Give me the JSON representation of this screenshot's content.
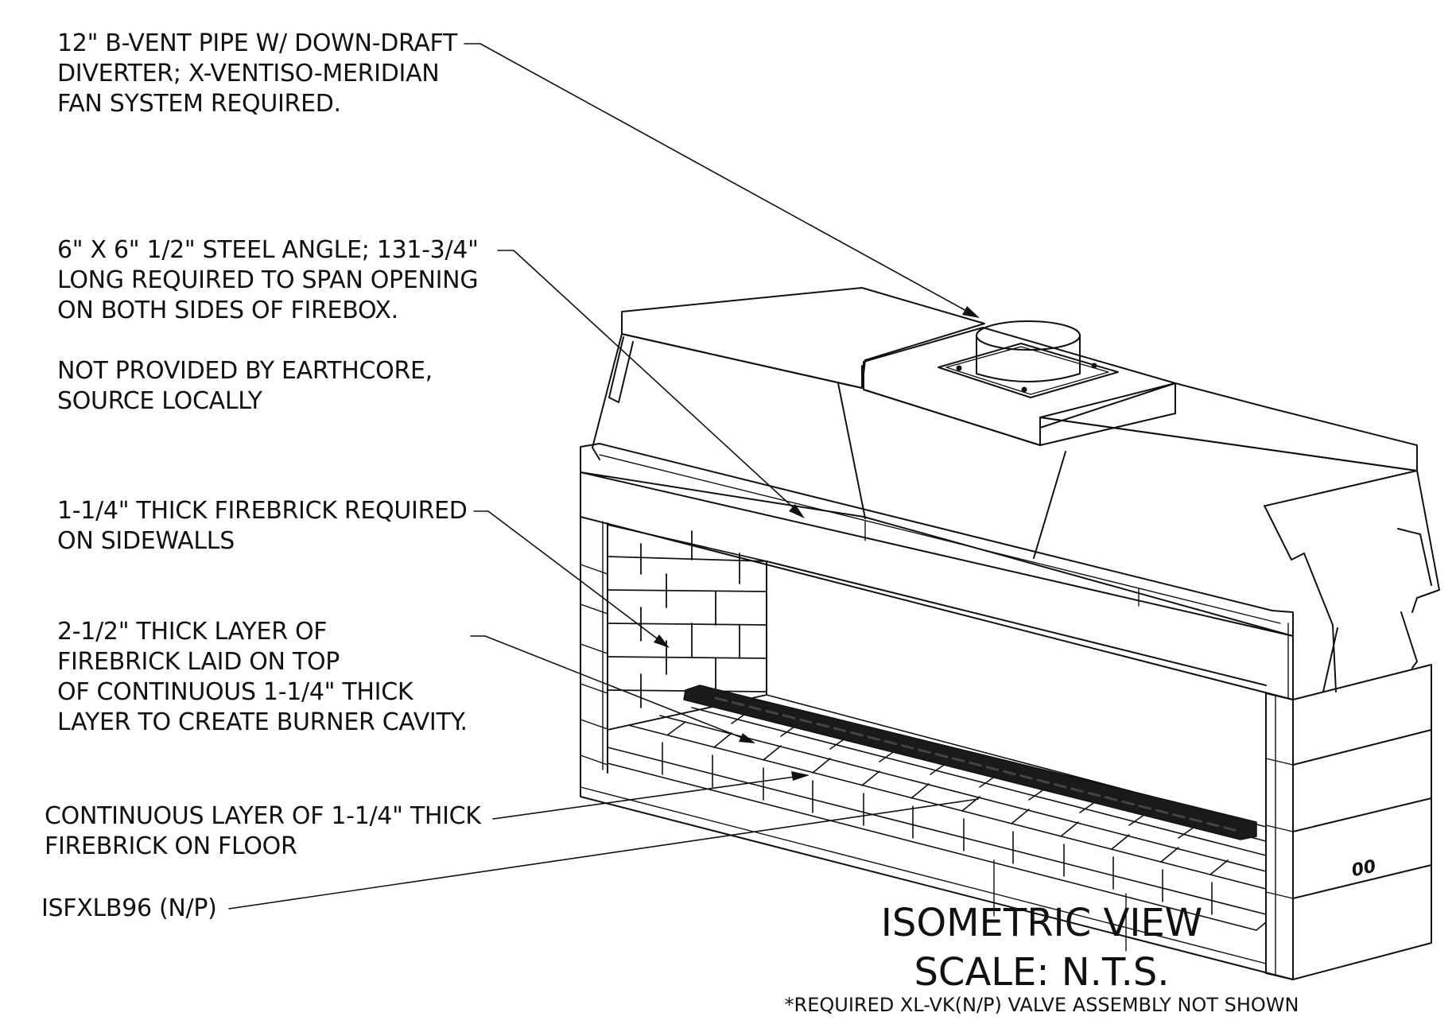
{
  "notes": {
    "vent_pipe": "12\" B-VENT PIPE W/ DOWN-DRAFT\nDIVERTER; X-VENTISO-MERIDIAN\nFAN SYSTEM REQUIRED.",
    "steel_angle": "6\" X 6\" 1/2\" STEEL ANGLE; 131-3/4\"\nLONG REQUIRED TO SPAN OPENING\nON BOTH SIDES OF FIREBOX.",
    "not_provided": "NOT PROVIDED BY EARTHCORE,\nSOURCE LOCALLY",
    "sidewall_firebrick": "1-1/4\" THICK FIREBRICK REQUIRED\nON SIDEWALLS",
    "burner_cavity": "2-1/2\" THICK LAYER OF\nFIREBRICK LAID ON TOP\nOF CONTINUOUS 1-1/4\" THICK\nLAYER TO CREATE BURNER CAVITY.",
    "floor_firebrick": "CONTINUOUS LAYER OF 1-1/4\" THICK\nFIREBRICK ON FLOOR",
    "model": "ISFXLB96 (N/P)"
  },
  "title_block": {
    "view": "ISOMETRIC VIEW",
    "scale": "SCALE: N.T.S.",
    "footnote": "*REQUIRED XL-VK(N/P) VALVE ASSEMBLY NOT SHOWN"
  },
  "marks": {
    "vent_marking": "00"
  },
  "colors": {
    "line": "#111111",
    "burner": "#1a1a1a",
    "background": "#ffffff"
  }
}
